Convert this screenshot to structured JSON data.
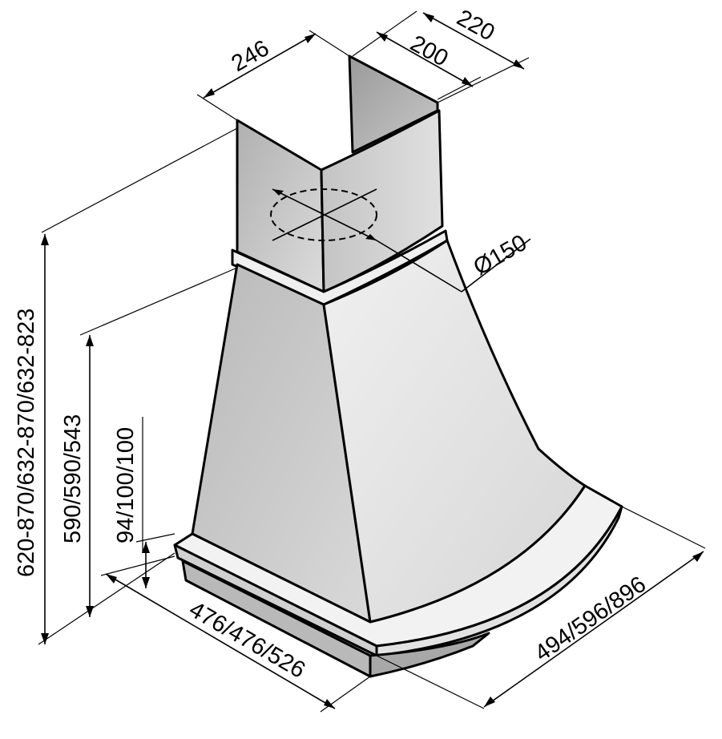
{
  "diagram": {
    "dimensions": {
      "chimney_depth": "220",
      "chimney_inner_depth": "200",
      "chimney_width": "246",
      "duct_diameter": "Ø150",
      "total_height": "620-870/632-870/632-823",
      "hood_height": "590/590/543",
      "trim_height": "94/100/100",
      "hood_depth": "476/476/526",
      "hood_width": "494/596/896"
    },
    "colors": {
      "line": "#000000",
      "front_face": "#c9c9c9",
      "side_face": "#e6e6e6",
      "chimney_front": "#cfcfcf",
      "chimney_side": "#bdbdbd",
      "trim": "#eeeeee",
      "background": "#ffffff"
    }
  }
}
